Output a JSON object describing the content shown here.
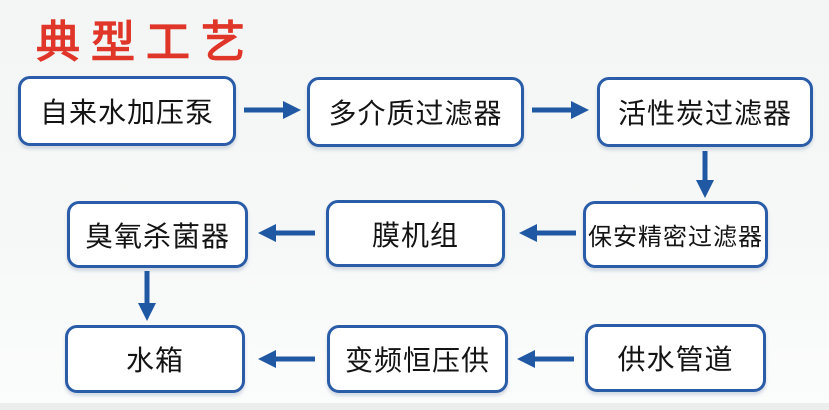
{
  "title": "典型工艺",
  "colors": {
    "title_red": "#e0362a",
    "box_border_blue": "#2a5ca8",
    "arrow_blue": "#2058a4",
    "box_fill": "#ffffff",
    "background": "#f5f7f6",
    "text": "#141414"
  },
  "nodes": [
    {
      "id": "tap-water-pump",
      "label": "自来水加压泵"
    },
    {
      "id": "multi-media-filter",
      "label": "多介质过滤器"
    },
    {
      "id": "activated-carbon-filter",
      "label": "活性炭过滤器"
    },
    {
      "id": "security-precision-filter",
      "label": "保安精密过滤器"
    },
    {
      "id": "membrane-unit",
      "label": "膜机组"
    },
    {
      "id": "ozone-sterilizer",
      "label": "臭氧杀菌器"
    },
    {
      "id": "water-tank",
      "label": "水箱"
    },
    {
      "id": "vfd-constant-pressure-supply",
      "label": "变频恒压供"
    },
    {
      "id": "water-supply-pipeline",
      "label": "供水管道"
    }
  ],
  "edges": [
    {
      "from": "tap-water-pump",
      "to": "multi-media-filter",
      "direction": "right"
    },
    {
      "from": "multi-media-filter",
      "to": "activated-carbon-filter",
      "direction": "right"
    },
    {
      "from": "activated-carbon-filter",
      "to": "security-precision-filter",
      "direction": "down"
    },
    {
      "from": "security-precision-filter",
      "to": "membrane-unit",
      "direction": "left"
    },
    {
      "from": "membrane-unit",
      "to": "ozone-sterilizer",
      "direction": "left"
    },
    {
      "from": "ozone-sterilizer",
      "to": "water-tank",
      "direction": "down"
    },
    {
      "from": "water-supply-pipeline",
      "to": "vfd-constant-pressure-supply",
      "direction": "left"
    },
    {
      "from": "vfd-constant-pressure-supply",
      "to": "water-tank",
      "direction": "left"
    }
  ]
}
